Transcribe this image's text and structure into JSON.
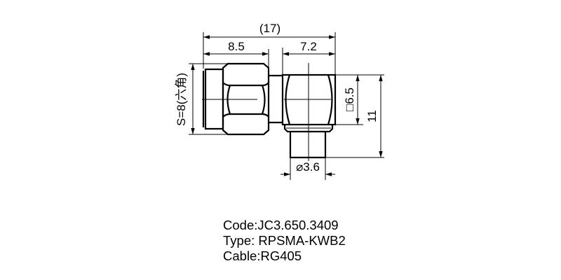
{
  "drawing": {
    "dimensions": {
      "overall_length": "(17)",
      "nut_length": "8.5",
      "body_length": "7.2",
      "hex_size": "S=8(六角)",
      "body_square": "□6.5",
      "height": "11",
      "cable_diameter": "⌀3.6"
    }
  },
  "specs": {
    "code": "Code:JC3.650.3409",
    "type": "Type: RPSMA-KWB2",
    "cable": "Cable:RG405"
  }
}
